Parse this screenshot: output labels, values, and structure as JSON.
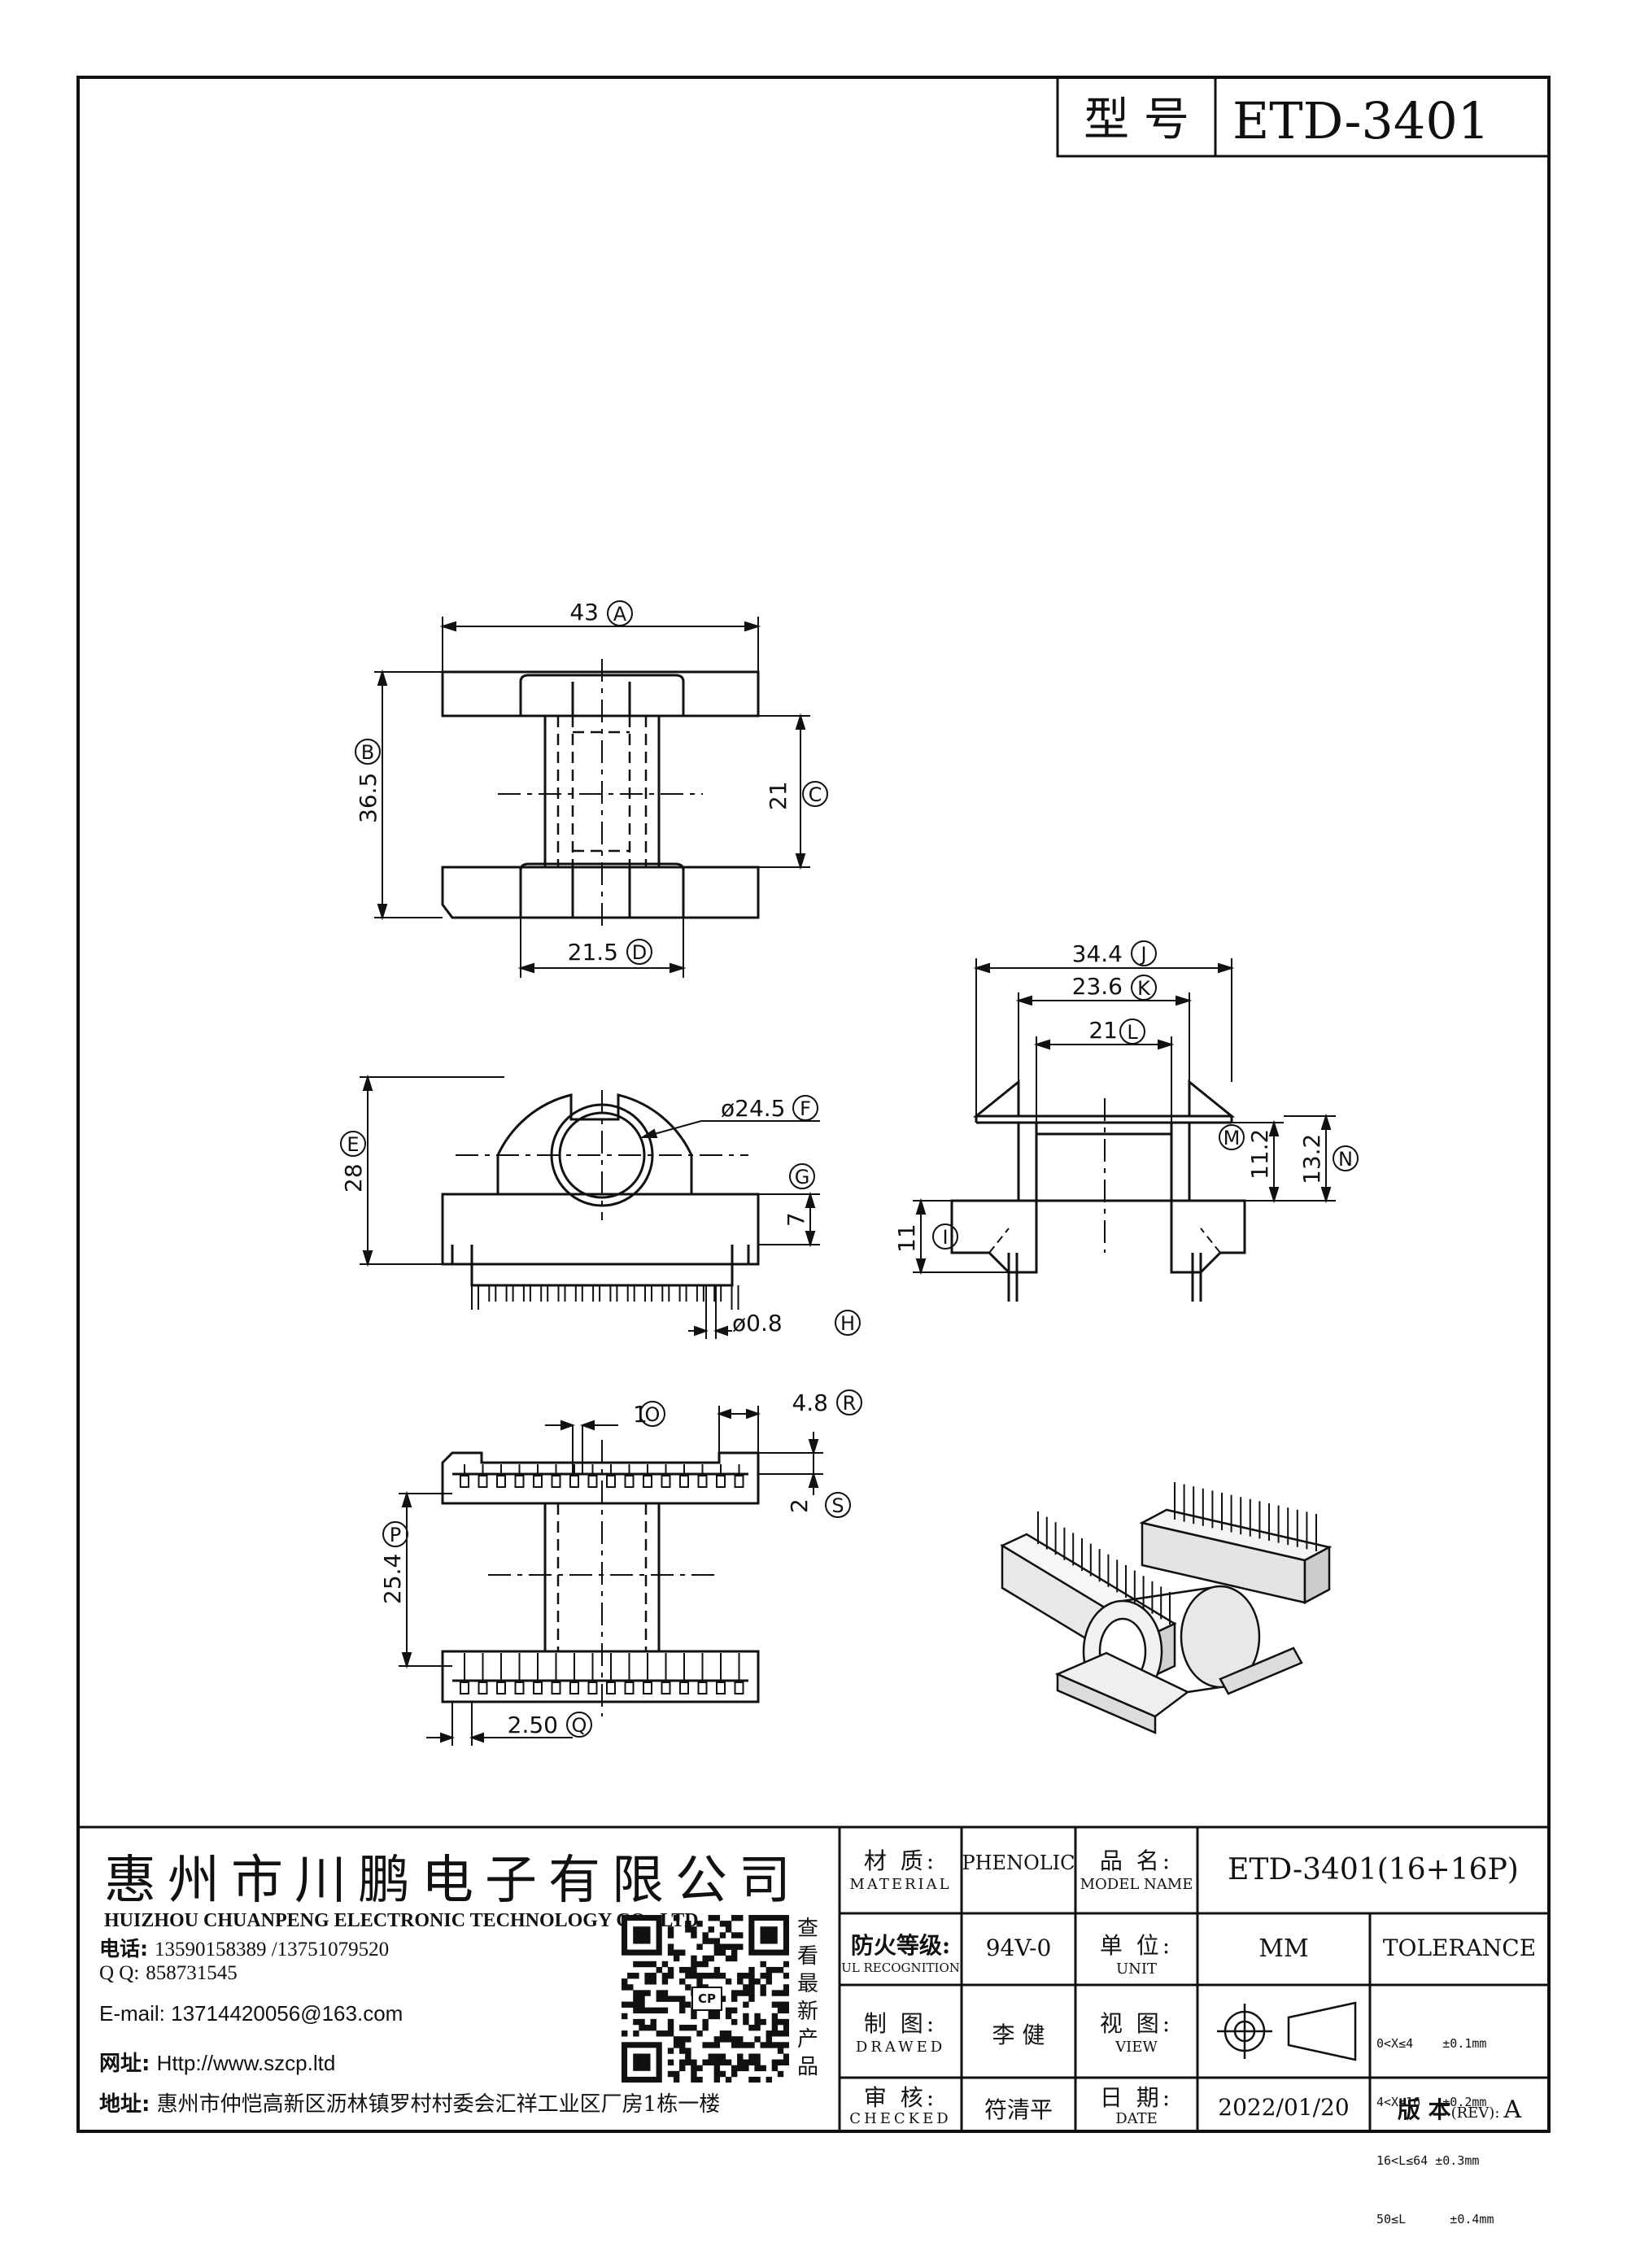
{
  "header": {
    "model_label": "型 号",
    "model_value": "ETD-3401"
  },
  "company": {
    "name_cn": "惠州市川鹏电子有限公司",
    "name_en": "HUIZHOU CHUANPENG ELECTRONIC TECHNOLOGY CO., LTD",
    "phone_label": "电话:",
    "phone": "13590158389  /13751079520",
    "qq_label": "Q Q:",
    "qq": "858731545",
    "email_label": "E-mail:",
    "email": "13714420056@163.com",
    "web_label": "网址:",
    "web": "Http://www.szcp.ltd",
    "addr_label": "地址:",
    "addr": "惠州市仲恺高新区沥林镇罗村村委会汇祥工业区厂房1栋一楼",
    "qr_caption": [
      "查",
      "看",
      "最",
      "新",
      "产",
      "品"
    ],
    "qr_logo": "CP"
  },
  "table": {
    "material_cn": "材 质:",
    "material_en": "MATERIAL",
    "material_value": "PHENOLIC",
    "model_cn": "品 名:",
    "model_en": "MODEL NAME",
    "model_value": "ETD-3401(16+16P)",
    "fire_cn": "防火等级:",
    "fire_en": "UL RECOGNITION",
    "fire_value": "94V-0",
    "unit_cn": "单 位:",
    "unit_en": "UNIT",
    "unit_value": "MM",
    "tolerance_label": "TOLERANCE",
    "drawn_cn": "制 图:",
    "drawn_en": "DRAWED",
    "drawn_value": "李 健",
    "view_cn": "视 图:",
    "view_en": "VIEW",
    "tolerance_rows": [
      "0<X≤4    ±0.1mm",
      "4<X≤16   ±0.2mm",
      "16<L≤64 ±0.3mm",
      "50≤L      ±0.4mm"
    ],
    "checked_cn": "审 核:",
    "checked_en": "CHECKED",
    "checked_value": "符清平",
    "date_cn": "日 期:",
    "date_en": "DATE",
    "date_value": "2022/01/20",
    "rev_cn": "版 本",
    "rev_en": "(REV):",
    "rev_value": "A"
  },
  "dimensions": {
    "A": "43",
    "B": "36.5",
    "C": "21",
    "D": "21.5",
    "E": "28",
    "F": "ø24.5",
    "G": "7",
    "H": "ø0.8",
    "I": "11",
    "J": "34.4",
    "K": "23.6",
    "L": "21",
    "M": "11.2",
    "N": "13.2",
    "O": "1",
    "P": "25.4",
    "Q": "2.50",
    "R": "4.8",
    "S": "2"
  },
  "labels": {
    "A": "A",
    "B": "B",
    "C": "C",
    "D": "D",
    "E": "E",
    "F": "F",
    "G": "G",
    "H": "H",
    "I": "I",
    "J": "J",
    "K": "K",
    "L": "L",
    "M": "M",
    "N": "N",
    "O": "O",
    "P": "P",
    "Q": "Q",
    "R": "R",
    "S": "S"
  }
}
